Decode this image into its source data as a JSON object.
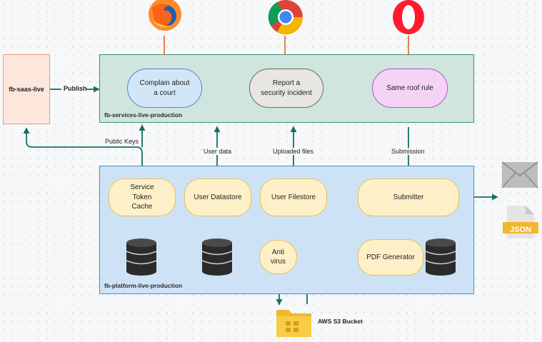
{
  "nodes": {
    "saas": "fb-saas-live",
    "complain": "Complain about a court",
    "report": "Report a security incident",
    "sameroof": "Same roof rule",
    "token_cache": "Service Token Cache",
    "user_datastore": "User Datastore",
    "user_filestore": "User Filestore",
    "submitter": "Submitter",
    "pdf_generator": "PDF Generator",
    "antivirus": "Anti virus",
    "s3": "AWS S3 Bucket"
  },
  "regions": {
    "services": "fb-services-live-production",
    "platform": "fb-platform-live-production"
  },
  "edges": {
    "publish": "Publish",
    "public_keys": "Public Keys",
    "user_data": "User data",
    "uploaded_files": "Uploaded files",
    "submission": "Submission"
  },
  "outputs": {
    "json_label": "JSON"
  },
  "icons": [
    "firefox-icon",
    "chrome-icon",
    "opera-icon",
    "email-icon",
    "json-file-icon",
    "database-icon",
    "folder-icon"
  ],
  "colors": {
    "services_fill": "#cfe5dd",
    "services_border": "#3f8f79",
    "platform_fill": "#cde3f5",
    "platform_border": "#3f8fd1",
    "saas_fill": "#fde7dc",
    "saas_border": "#f19a74",
    "browser_arrow": "#e8703a",
    "connector": "#16705c"
  }
}
